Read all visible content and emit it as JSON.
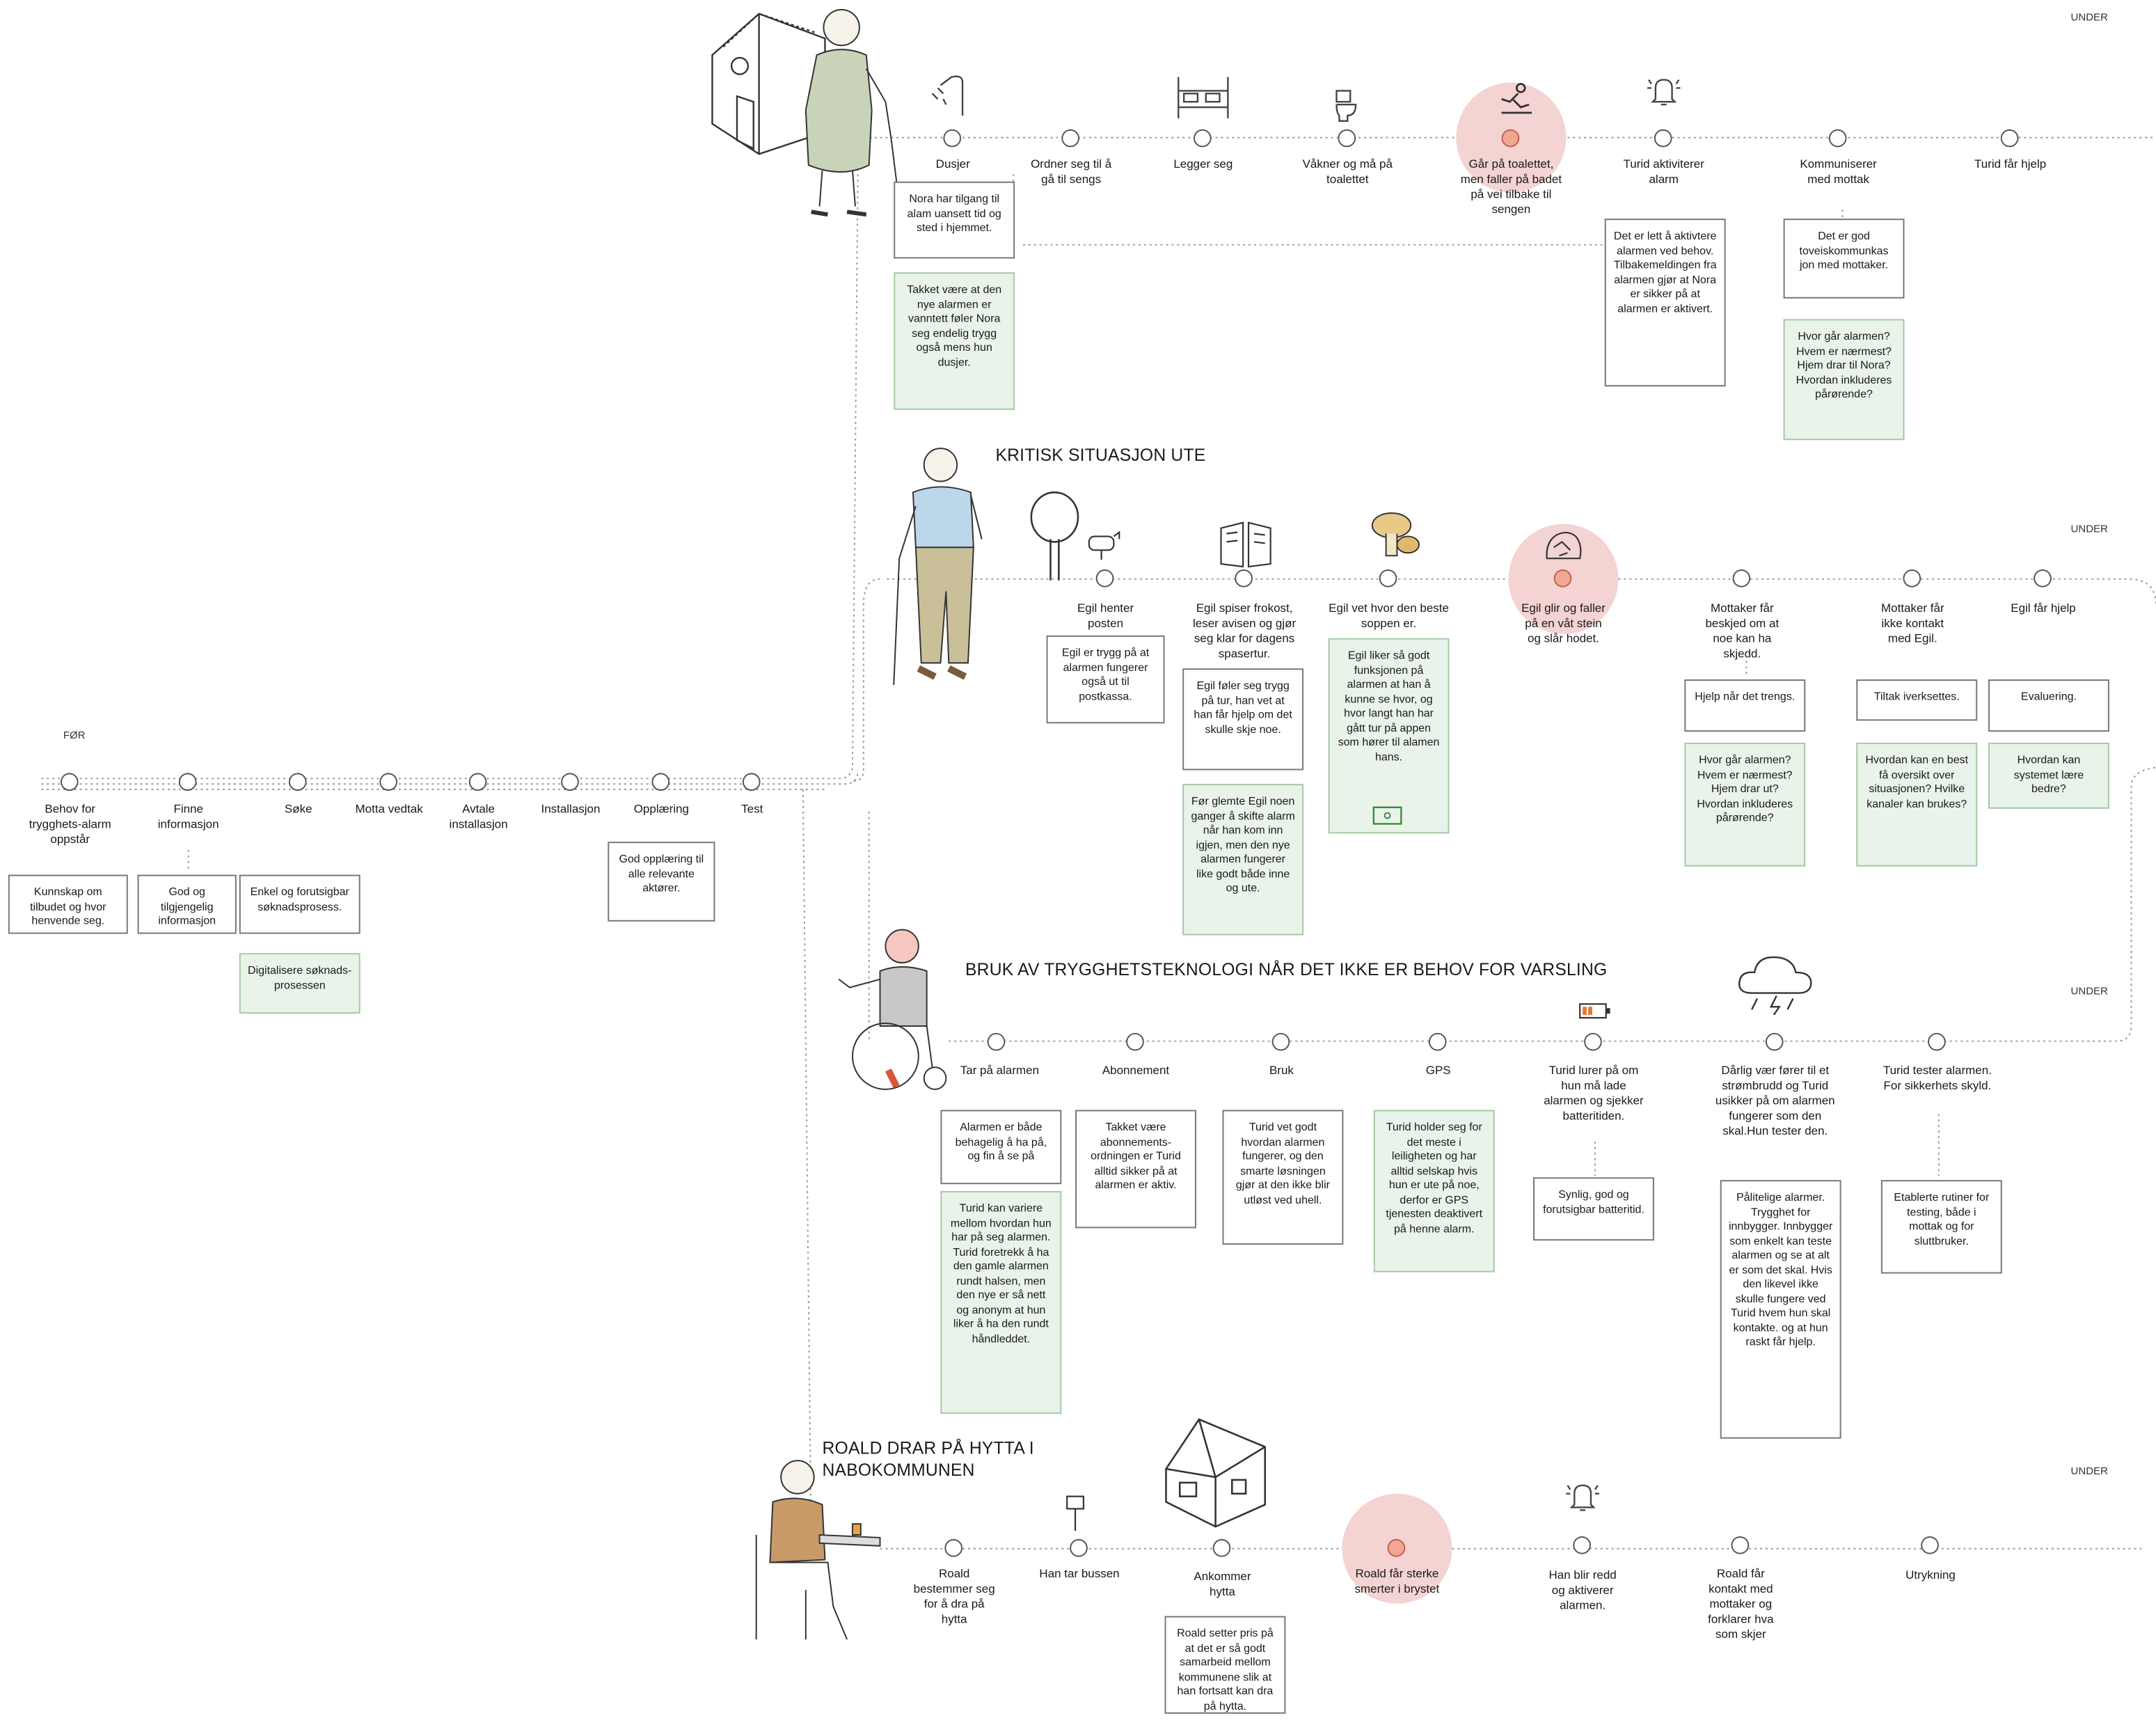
{
  "scenarios": [
    {
      "title": "KRITISK SITUASJON INNE",
      "phase": "UNDER",
      "steps": [
        {
          "label": "Dusjer",
          "highlight": false
        },
        {
          "label": "Ordner seg til å gå til sengs",
          "highlight": false
        },
        {
          "label": "Legger seg",
          "highlight": false
        },
        {
          "label": "Våkner og må på toalettet",
          "highlight": false
        },
        {
          "label": "Går på toalettet, men faller på badet på vei tilbake til sengen",
          "highlight": true
        },
        {
          "label": "Turid aktiviterer alarm",
          "highlight": false
        },
        {
          "label": "Kommuniserer med mottak",
          "highlight": false
        },
        {
          "label": "Turid får hjelp",
          "highlight": false
        }
      ],
      "notes": [
        {
          "text": "Nora har tilgang til alam uansett tid og sted i hjemmet.",
          "green": false
        },
        {
          "text": "Takket være at den nye alarmen er vanntett føler Nora seg endelig trygg også mens hun dusjer.",
          "green": true
        },
        {
          "text": "Det er lett å aktivtere alarmen ved behov. Tilbakemeldingen fra alarmen gjør at Nora er sikker på at alarmen er aktivert.",
          "green": false
        },
        {
          "text": "Det er god toveiskommunkas jon med mottaker.",
          "green": false
        },
        {
          "text": "Hvor går alarmen? Hvem er nærmest? Hjem drar til Nora? Hvordan inkluderes pårørende?",
          "green": true
        }
      ]
    },
    {
      "title": "KRITISK SITUASJON UTE",
      "phase": "UNDER",
      "steps": [
        {
          "label": "Egil henter posten",
          "highlight": false
        },
        {
          "label": "Egil spiser frokost, leser avisen og gjør seg klar for dagens spasertur.",
          "highlight": false
        },
        {
          "label": "Egil vet hvor den beste soppen er.",
          "highlight": false
        },
        {
          "label": "Egil glir og faller på en våt stein og slår hodet.",
          "highlight": true
        },
        {
          "label": "Mottaker får beskjed om at noe kan ha skjedd.",
          "highlight": false
        },
        {
          "label": "Mottaker får ikke kontakt med Egil.",
          "highlight": false
        },
        {
          "label": "Egil får hjelp",
          "highlight": false
        }
      ],
      "notes": [
        {
          "text": "Egil er trygg på at alarmen fungerer også ut til postkassa.",
          "green": false
        },
        {
          "text": "Egil føler seg trygg på tur, han vet at han får hjelp om det skulle skje noe.",
          "green": false
        },
        {
          "text": "Før glemte Egil noen ganger å skifte alarm når han kom inn igjen, men den nye alarmen fungerer like godt både inne og ute.",
          "green": true
        },
        {
          "text": "Egil liker så godt funksjonen på alarmen at han å kunne se hvor, og hvor langt han har gått tur på appen som hører til alamen hans.",
          "green": true
        },
        {
          "text": "Hjelp når det trengs.",
          "green": false
        },
        {
          "text": "Hvor går alarmen? Hvem er nærmest? Hjem drar ut? Hvordan inkluderes pårørende?",
          "green": true
        },
        {
          "text": "Tiltak iverksettes.",
          "green": false
        },
        {
          "text": "Hvordan kan en best få oversikt over situasjonen? Hvilke kanaler kan brukes?",
          "green": true
        },
        {
          "text": "Evaluering.",
          "green": false
        },
        {
          "text": "Hvordan kan systemet lære bedre?",
          "green": true
        }
      ]
    },
    {
      "title": "BRUK AV TRYGGHETSTEKNOLOGI NÅR DET IKKE ER BEHOV FOR VARSLING",
      "phase": "UNDER",
      "steps": [
        {
          "label": "Tar på alarmen",
          "highlight": false
        },
        {
          "label": "Abonnement",
          "highlight": false
        },
        {
          "label": "Bruk",
          "highlight": false
        },
        {
          "label": "GPS",
          "highlight": false
        },
        {
          "label": "Turid lurer på om hun må lade alarmen og sjekker batteritiden.",
          "highlight": false
        },
        {
          "label": "Dårlig vær fører til et strømbrudd og Turid usikker på om alarmen fungerer som den skal.Hun tester den.",
          "highlight": false
        },
        {
          "label": "Turid tester alarmen. For sikkerhets skyld.",
          "highlight": false
        }
      ],
      "notes": [
        {
          "text": "Alarmen er både behagelig å ha på, og fin å se på",
          "green": false
        },
        {
          "text": "Turid kan variere mellom hvordan hun har på seg alarmen. Turid foretrekk å ha den gamle alarmen rundt halsen, men den nye er så nett og anonym at hun liker å ha den rundt håndleddet.",
          "green": true
        },
        {
          "text": "Takket være abonnements-ordningen er Turid alltid sikker på at alarmen er aktiv.",
          "green": false
        },
        {
          "text": "Turid vet godt hvordan alarmen fungerer, og den smarte løsningen gjør at den ikke blir utløst ved uhell.",
          "green": false
        },
        {
          "text": "Turid holder seg for det meste i leiligheten og har alltid selskap hvis hun er ute på noe, derfor er GPS tjenesten deaktivert på henne alarm.",
          "green": true
        },
        {
          "text": "Synlig, god og forutsigbar batteritid.",
          "green": false
        },
        {
          "text": "Pålitelige alarmer. Trygghet for innbygger. Innbygger som enkelt kan teste alarmen og se at alt er som det skal. Hvis den likevel ikke skulle fungere ved Turid hvem hun skal kontakte. og at hun raskt får hjelp.",
          "green": false
        },
        {
          "text": "Etablerte rutiner for testing, både i mottak og for sluttbruker.",
          "green": false
        }
      ]
    },
    {
      "title": "ROALD DRAR PÅ HYTTA I NABOKOMMUNEN",
      "phase": "UNDER",
      "steps": [
        {
          "label": "Roald bestemmer seg for å dra på hytta",
          "highlight": false
        },
        {
          "label": "Han tar bussen",
          "highlight": false
        },
        {
          "label": "Ankommer hytta",
          "highlight": false
        },
        {
          "label": "Roald får sterke smerter i brystet",
          "highlight": true
        },
        {
          "label": "Han blir redd og aktiverer alarmen.",
          "highlight": false
        },
        {
          "label": "Roald får kontakt med mottaker og forklarer hva som skjer",
          "highlight": false
        },
        {
          "label": "Utrykning",
          "highlight": false
        }
      ],
      "notes": [
        {
          "text": "Roald setter pris på at det er så godt samarbeid mellom kommunene slik at han fortsatt kan dra på hytta.",
          "green": false
        }
      ]
    }
  ],
  "before": {
    "phase": "FØR",
    "steps": [
      {
        "label": "Behov for trygghets-alarm oppstår"
      },
      {
        "label": "Finne informasjon"
      },
      {
        "label": "Søke"
      },
      {
        "label": "Motta vedtak"
      },
      {
        "label": "Avtale installasjon"
      },
      {
        "label": "Installasjon"
      },
      {
        "label": "Opplæring"
      },
      {
        "label": "Test"
      }
    ],
    "notes": [
      {
        "text": "Kunnskap om tilbudet og hvor henvende seg.",
        "green": false
      },
      {
        "text": "God og tilgjengelig informasjon",
        "green": false
      },
      {
        "text": "Enkel og forutsigbar søknadsprosess.",
        "green": false
      },
      {
        "text": "Digitalisere søknads-prosessen",
        "green": true
      },
      {
        "text": "God opplæring til alle relevante aktører.",
        "green": false
      }
    ]
  },
  "colors": {
    "highlight": "#f4d3d3",
    "note_green": "#e9f3e9",
    "line": "#9a9a9a"
  },
  "icons": [
    "house-icon",
    "elderly-woman-icon",
    "shower-icon",
    "bed-icon",
    "toilet-icon",
    "fall-icon",
    "alarm-bell-icon",
    "elderly-man-hiker-icon",
    "tree-icon",
    "mailbox-icon",
    "newspaper-icon",
    "mushroom-icon",
    "rock-icon",
    "wheelchair-user-icon",
    "battery-icon",
    "storm-cloud-icon",
    "man-at-table-icon",
    "bus-stop-icon",
    "cabin-icon"
  ]
}
